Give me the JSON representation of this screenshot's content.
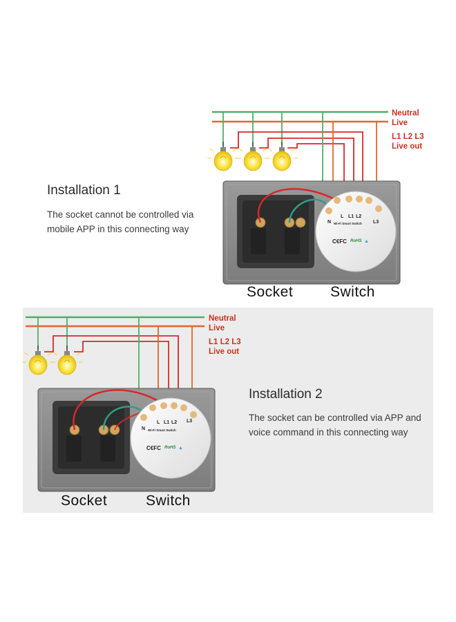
{
  "installation1": {
    "title": "Installation 1",
    "desc_line1": "The socket cannot be controlled via",
    "desc_line2": "mobile APP in this connecting way",
    "legend": {
      "neutral": "Neutral",
      "live": "Live",
      "l_lines": "L1 L2 L3",
      "live_out": "Live out"
    },
    "socket_label": "Socket",
    "switch_label": "Switch",
    "module": {
      "n": "N",
      "l": "L",
      "l1": "L1",
      "l2": "L2",
      "l3": "L3",
      "name": "Wi-Fi Smart Switch",
      "ce": "C€FC",
      "rohs": "RoHS"
    }
  },
  "installation2": {
    "title": "Installation 2",
    "desc_line1": "The socket can be controlled via APP and",
    "desc_line2": "voice command in this connecting way",
    "legend": {
      "neutral": "Neutral",
      "live": "Live",
      "l_lines": "L1 L2 L3",
      "live_out": "Live out"
    },
    "socket_label": "Socket",
    "switch_label": "Switch",
    "module": {
      "n": "N",
      "l": "L",
      "l1": "L1",
      "l2": "L2",
      "l3": "L3",
      "name": "Wi-Fi Smart Switch",
      "ce": "C€FC",
      "rohs": "RoHS"
    }
  },
  "colors": {
    "neutral_wire": "#4caf6a",
    "live_wire": "#e0672a",
    "out_wire": "#d62828",
    "legend_text": "#c8321e",
    "panel": "#8c8c8c",
    "plug": "#3a3a3a",
    "terminal": "#e6b87a"
  },
  "icons": [
    "light-bulb-icon",
    "wifi-icon"
  ]
}
